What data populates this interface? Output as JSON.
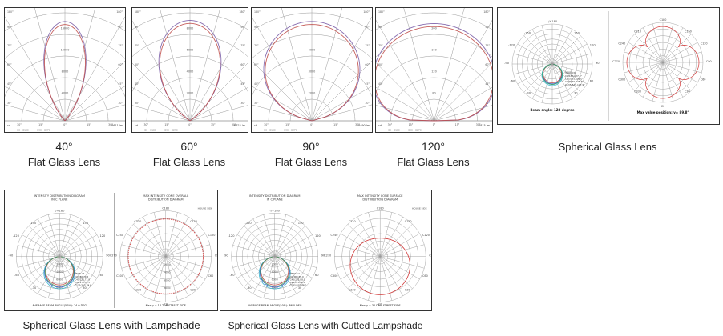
{
  "row1": [
    {
      "angle": "40°",
      "lens": "Flat Glass Lens",
      "left_ticks": [
        "180°",
        "90°",
        "75°",
        "60°",
        "45°",
        "30°"
      ],
      "right_ticks": [
        "180°",
        "90°",
        "75°",
        "60°",
        "45°",
        "30°"
      ],
      "ring_values": [
        "4000",
        "8000",
        "12000",
        "16000"
      ],
      "bottom_ticks": [
        "30°",
        "15°",
        "0°",
        "15°",
        "30°"
      ],
      "cd_label": "cd",
      "legend_a": "C0 - C180",
      "legend_b": "C90 - C270",
      "max_label": "8611 lm"
    },
    {
      "angle": "60°",
      "lens": "Flat Glass Lens",
      "left_ticks": [
        "180°",
        "90°",
        "75°",
        "60°",
        "45°",
        "30°"
      ],
      "right_ticks": [
        "180°",
        "90°",
        "75°",
        "60°",
        "45°",
        "30°"
      ],
      "ring_values": [
        "2000",
        "4000",
        "6000",
        "8000"
      ],
      "bottom_ticks": [
        "30°",
        "15°",
        "0°",
        "15°",
        "30°"
      ],
      "cd_label": "cd",
      "legend_a": "C0 - C180",
      "legend_b": "C90 - C270",
      "max_label": "8623 lm"
    },
    {
      "angle": "90°",
      "lens": "Flat Glass Lens",
      "left_ticks": [
        "180°",
        "90°",
        "75°",
        "60°",
        "45°",
        "30°"
      ],
      "right_ticks": [
        "180°",
        "90°",
        "75°",
        "60°",
        "45°",
        "30°"
      ],
      "ring_values": [
        "2000",
        "3000",
        "4000"
      ],
      "bottom_ticks": [
        "30°",
        "15°",
        "0°",
        "15°",
        "30°"
      ],
      "cd_label": "cd",
      "legend_a": "C0 - C180",
      "legend_b": "C90 - C270",
      "max_label": "8490 lm"
    },
    {
      "angle": "120°",
      "lens": "Flat Glass Lens",
      "left_ticks": [
        "180°",
        "90°",
        "75°",
        "60°",
        "45°",
        "30°"
      ],
      "right_ticks": [
        "180°",
        "90°",
        "75°",
        "60°",
        "45°",
        "30°"
      ],
      "ring_values": [
        "80",
        "120",
        "160",
        "200"
      ],
      "bottom_ticks": [
        "30°",
        "15°",
        "0°",
        "15°",
        "30°"
      ],
      "cd_label": "cd",
      "legend_a": "C0 - C180",
      "legend_b": "C90 - C270",
      "max_label": "5815 lm"
    }
  ],
  "spherical": {
    "caption": "Spherical Glass Lens",
    "left_top": "-/+180",
    "left_ticks": [
      "-150",
      "150",
      "-120",
      "120",
      "-90",
      "90",
      "-60",
      "60",
      "-30",
      "30"
    ],
    "legend_title": "9605 cd",
    "legend_items": [
      "C0/180,127.3°",
      "C45/225,128.0°",
      "C90/270,128.4°",
      "C135/315,127.9°"
    ],
    "beam_angle": "Beam angle: 128 degree",
    "right_top": "C180",
    "right_ticks": [
      "C210",
      "C150",
      "C240",
      "C120",
      "C270",
      "C90",
      "C300",
      "C60",
      "C330",
      "C30"
    ],
    "right_bottom": "C0",
    "max_value": "Max value position:  γ= 89.8°"
  },
  "lampshade": {
    "caption": "Spherical Glass Lens with Lampshade",
    "left_title_1": "INTENSITY DISTRIBUTION DIAGRAM",
    "left_title_2": "IN C PLANE",
    "left_top": "-/+180",
    "left_ticks": [
      "-150",
      "150",
      "-120",
      "120",
      "-90",
      "90",
      "-60",
      "60",
      "-30",
      "30"
    ],
    "ring_values": [
      "2000",
      "4000",
      "6000",
      "8000"
    ],
    "legend_title": "9605 cd",
    "legend_items": [
      "C0/180,70.5",
      "C45/225,72.0",
      "C90/270,74.3",
      "C135/315,74.6"
    ],
    "average": "AVERAGE BEAM ANGLE(50%): 74.0 DEG",
    "right_title_1": "MAX INTENSITY CONE OVERALL",
    "right_title_2": "DISTRIBUTION DIAGRAM",
    "right_top": "C180",
    "right_house": "HOUSE SIDE",
    "right_ticks": [
      "C210",
      "C150",
      "C240",
      "C120",
      "C270",
      "C90",
      "C300",
      "C60",
      "C330",
      "C30"
    ],
    "right_rings": [
      "2000",
      "4000",
      "6000",
      "8000"
    ],
    "right_bottom": "C0",
    "max_note": "Max γ = 14 TOP STREET SIDE"
  },
  "cutted": {
    "caption": "Spherical Glass Lens with Cutted Lampshade",
    "left_title_1": "INTENSITY DISTRIBUTION DIAGRAM",
    "left_title_2": "IN C PLANE",
    "left_top": "-/+180",
    "left_ticks": [
      "-150",
      "150",
      "-120",
      "120",
      "-90",
      "90",
      "-60",
      "60",
      "-30",
      "30"
    ],
    "ring_values": [
      "2000",
      "4000",
      "6000",
      "8000"
    ],
    "legend_title": "9605 cd",
    "legend_items": [
      "C0/180,85.0",
      "C45/225,88.0",
      "C90/270,86.0",
      "C135/315,88.0"
    ],
    "average": "AVERAGE BEAM ANGLE(50%): 86.0 DEG",
    "right_title_1": "MAX INTENSITY CONE SURFACE",
    "right_title_2": "DISTRIBUTION DIAGRAM",
    "right_top": "C180",
    "right_house": "HOUSE SIDE",
    "right_ticks": [
      "C210",
      "C150",
      "C240",
      "C120",
      "C270",
      "C90",
      "C300",
      "C60",
      "C330",
      "C30"
    ],
    "right_bottom": "C0",
    "max_note": "Max γ = 30 DEG STREET SIDE"
  },
  "colors": {
    "grid": "#9a9a9a",
    "curve_a": "#c0504d",
    "curve_b": "#7b5ea7",
    "cyan": "#3fb6cf",
    "blue": "#3860c8",
    "red": "#d23a3a"
  }
}
